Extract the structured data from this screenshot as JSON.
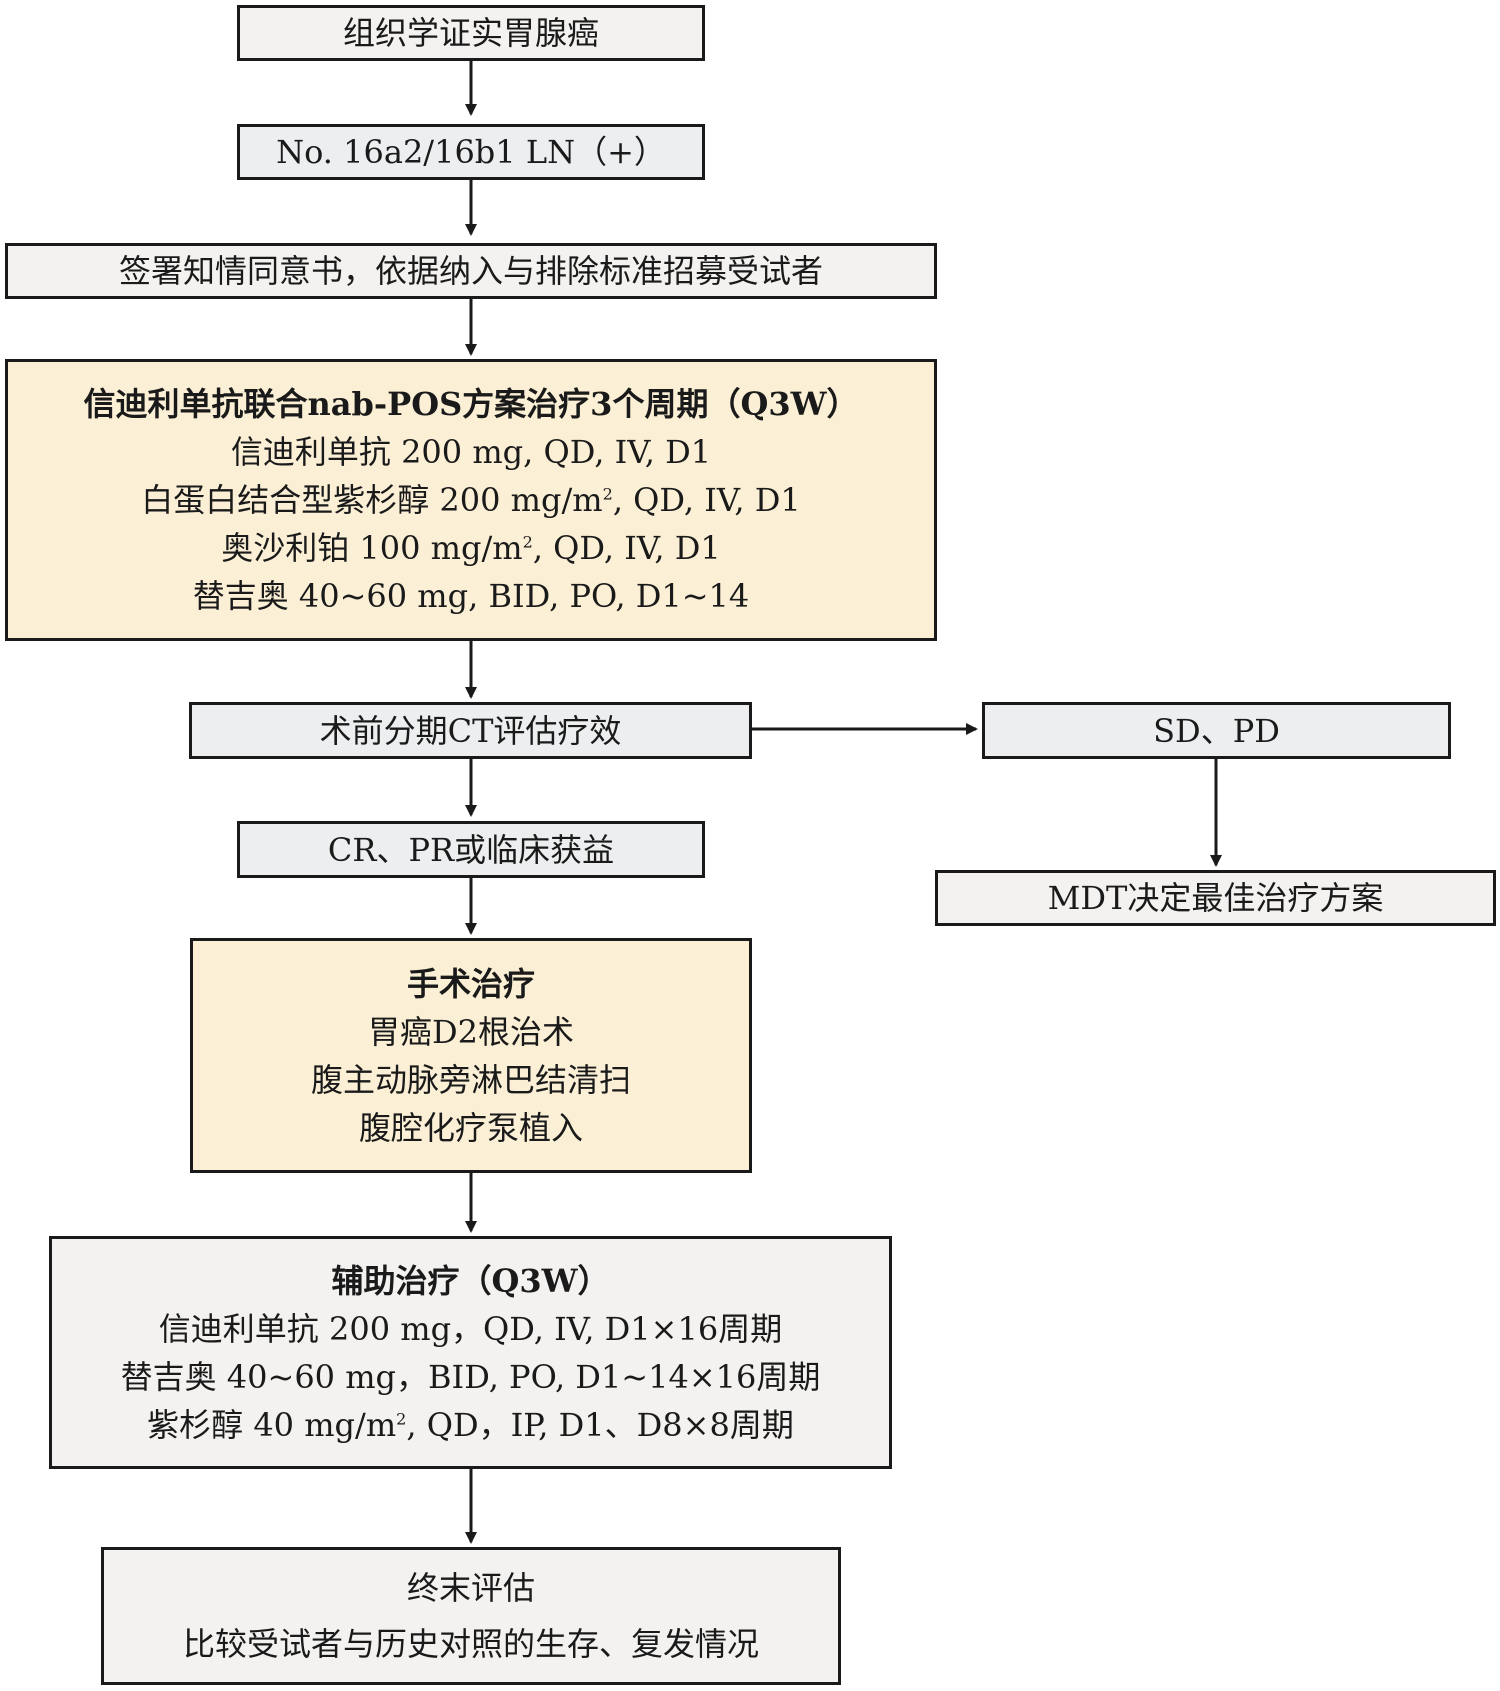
{
  "nodes": {
    "diagnosis": {
      "text": "组织学证实胃腺癌"
    },
    "lymph_node": {
      "text": "No. 16a2/16b1 LN（+）"
    },
    "consent": {
      "text": "签署知情同意书，依据纳入与排除标准招募受试者"
    },
    "neoadjuvant": {
      "title": "信迪利单抗联合nab-POS方案治疗3个周期（Q3W）",
      "line1": "信迪利单抗 200 mg, QD, IV, D1",
      "line2_pre": "白蛋白结合型紫杉醇 200 mg/m",
      "line2_sup": "2",
      "line2_post": ", QD, IV, D1",
      "line3_pre": "奥沙利铂 100 mg/m",
      "line3_sup": "2",
      "line3_post": ", QD, IV, D1",
      "line4": "替吉奥 40~60 mg, BID, PO, D1~14"
    },
    "ct_eval": {
      "text": "术前分期CT评估疗效"
    },
    "sd_pd": {
      "text": "SD、PD"
    },
    "mdt": {
      "text": "MDT决定最佳治疗方案"
    },
    "cr_pr": {
      "text": "CR、PR或临床获益"
    },
    "surgery": {
      "title": "手术治疗",
      "line1": "胃癌D2根治术",
      "line2": "腹主动脉旁淋巴结清扫",
      "line3": "腹腔化疗泵植入"
    },
    "adjuvant": {
      "title": "辅助治疗（Q3W）",
      "line1": "信迪利单抗 200 mg，QD, IV, D1×16周期",
      "line2": "替吉奥 40~60 mg，BID, PO, D1~14×16周期",
      "line3_pre": "紫杉醇 40 mg/m",
      "line3_sup": "2",
      "line3_post": ", QD，IP, D1、D8×8周期"
    },
    "final": {
      "line1": "终末评估",
      "line2": "比较受试者与历史对照的生存、复发情况"
    }
  },
  "colors": {
    "grey_fill": "#eceeef",
    "cream_fill": "#fbf0d6",
    "light_fill": "#f3f2f0",
    "border": "#1a1a1a"
  }
}
